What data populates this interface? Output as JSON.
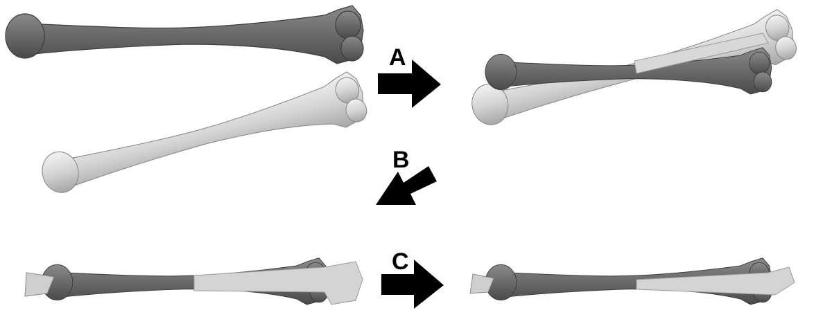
{
  "steps": {
    "a": {
      "label": "A"
    },
    "b": {
      "label": "B"
    },
    "c": {
      "label": "C"
    }
  },
  "colors": {
    "reference_bone": "#6f6f6f",
    "reference_bone_dark": "#4e4e4e",
    "target_bone": "#d6d6d6",
    "target_bone_dark": "#9a9a9a",
    "arrow": "#000000"
  }
}
